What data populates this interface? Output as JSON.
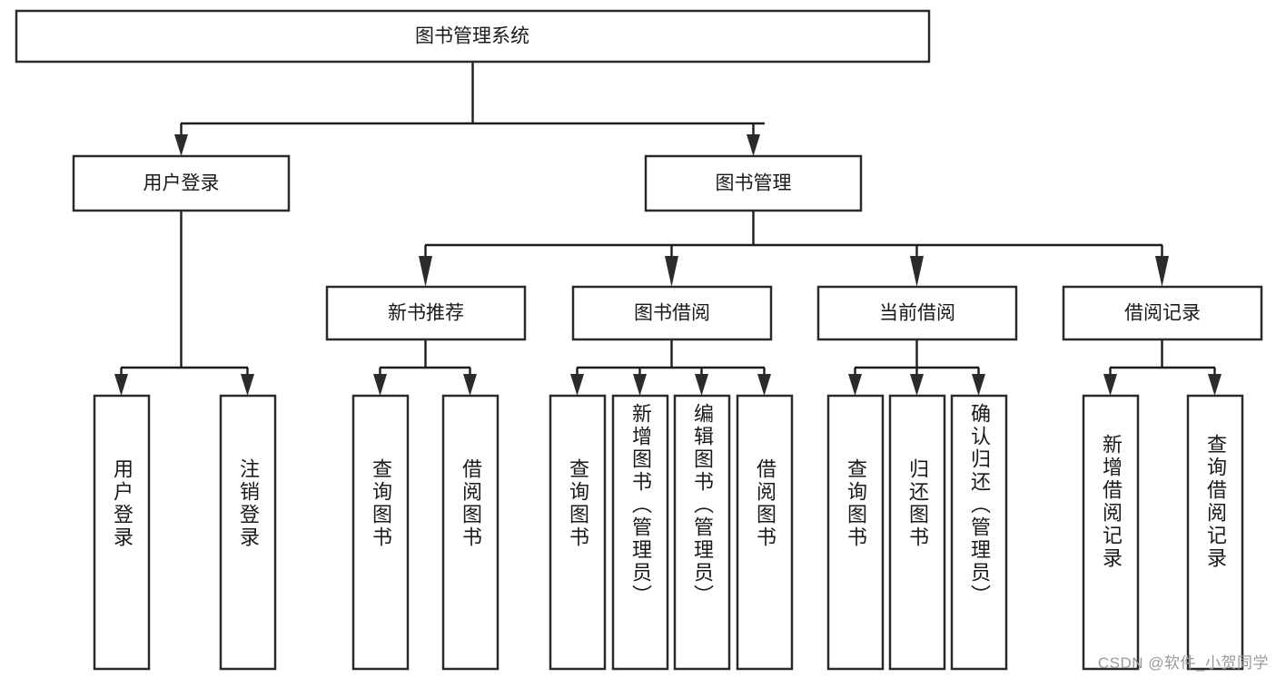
{
  "diagram": {
    "type": "tree-hierarchy-chart",
    "title": "图书管理系统",
    "watermark": "CSDN @软件_小贺同学",
    "colors": {
      "box_stroke": "#2b2b2b",
      "box_fill": "#ffffff",
      "edge": "#1d1d1d",
      "text": "#1a1a1a",
      "watermark": "#9a9a9a",
      "background": "#ffffff"
    },
    "root": {
      "label": "图书管理系统",
      "orientation": "horizontal"
    },
    "level2": [
      {
        "label": "用户登录",
        "orientation": "horizontal"
      },
      {
        "label": "图书管理",
        "orientation": "horizontal"
      }
    ],
    "level3": [
      {
        "label": "新书推荐",
        "orientation": "horizontal"
      },
      {
        "label": "图书借阅",
        "orientation": "horizontal"
      },
      {
        "label": "当前借阅",
        "orientation": "horizontal"
      },
      {
        "label": "借阅记录",
        "orientation": "horizontal"
      }
    ],
    "leaves": {
      "user_login": [
        {
          "label": "用户登录",
          "orientation": "vertical"
        },
        {
          "label": "注销登录",
          "orientation": "vertical"
        }
      ],
      "new_book_recommend": [
        {
          "label": "查询图书",
          "orientation": "vertical"
        },
        {
          "label": "借阅图书",
          "orientation": "vertical"
        }
      ],
      "book_borrow": [
        {
          "label": "查询图书",
          "orientation": "vertical"
        },
        {
          "label": "新增图书（管理员）",
          "orientation": "vertical"
        },
        {
          "label": "编辑图书（管理员）",
          "orientation": "vertical"
        },
        {
          "label": "借阅图书",
          "orientation": "vertical"
        }
      ],
      "current_borrow": [
        {
          "label": "查询图书",
          "orientation": "vertical"
        },
        {
          "label": "归还图书",
          "orientation": "vertical"
        },
        {
          "label": "确认归还（管理员）",
          "orientation": "vertical"
        }
      ],
      "borrow_record": [
        {
          "label": "新增借阅记录",
          "orientation": "vertical"
        },
        {
          "label": "查询借阅记录",
          "orientation": "vertical"
        }
      ]
    }
  }
}
